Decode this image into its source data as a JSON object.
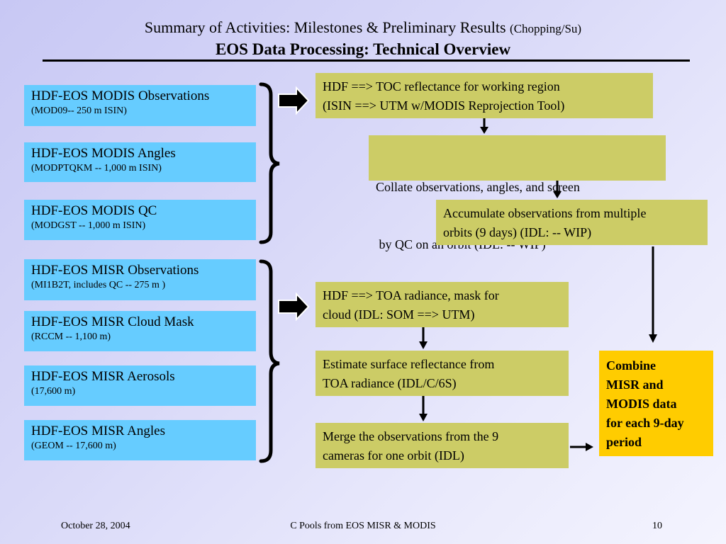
{
  "header": {
    "title": "Summary of Activities: Milestones & Preliminary Results",
    "title_attribution": "(Chopping/Su)",
    "subtitle": "EOS Data Processing: Technical Overview"
  },
  "modis_inputs": [
    {
      "title": "HDF-EOS MODIS Observations",
      "detail": "(MOD09-- 250 m ISIN)"
    },
    {
      "title": "HDF-EOS MODIS Angles",
      "detail": "(MODPTQKM  -- 1,000 m ISIN)"
    },
    {
      "title": "HDF-EOS MODIS QC",
      "detail": "(MODGST -- 1,000 m ISIN)"
    }
  ],
  "misr_inputs": [
    {
      "title": "HDF-EOS MISR Observations",
      "detail": "(MI1B2T, includes QC -- 275 m )"
    },
    {
      "title": "HDF-EOS MISR Cloud Mask",
      "detail": "(RCCM -- 1,100 m)"
    },
    {
      "title": "HDF-EOS MISR Aerosols",
      "detail": "(17,600 m)"
    },
    {
      "title": "HDF-EOS MISR Angles",
      "detail": "(GEOM -- 17,600 m)"
    }
  ],
  "modis_steps": [
    {
      "line1": "HDF ==> TOC reflectance for working region",
      "line2": "(ISIN ==> UTM w/MODIS Reprojection Tool)"
    },
    {
      "line1": "Collate observations, angles, and screen",
      "line2": " by QC on an orbit (IDL: -- WIP)"
    },
    {
      "line1": "Accumulate observations from multiple",
      "line2": "orbits (9 days) (IDL: -- WIP)"
    }
  ],
  "misr_steps": [
    {
      "line1": "HDF ==> TOA radiance, mask for",
      "line2": "cloud (IDL: SOM ==> UTM)"
    },
    {
      "line1": "Estimate surface reflectance from",
      "line2": "TOA radiance (IDL/C/6S)"
    },
    {
      "line1": "Merge the observations from the 9",
      "line2": "cameras for one orbit (IDL)"
    }
  ],
  "combine": {
    "lines": [
      "Combine",
      "MISR and",
      "MODIS data",
      "for each 9-day",
      "period"
    ]
  },
  "footer": {
    "date": "October 28, 2004",
    "center": "C Pools from EOS MISR & MODIS",
    "page": "10"
  },
  "colors": {
    "input_box": "#66ccff",
    "process_box": "#cccc66",
    "combine_box": "#ffcc00"
  }
}
